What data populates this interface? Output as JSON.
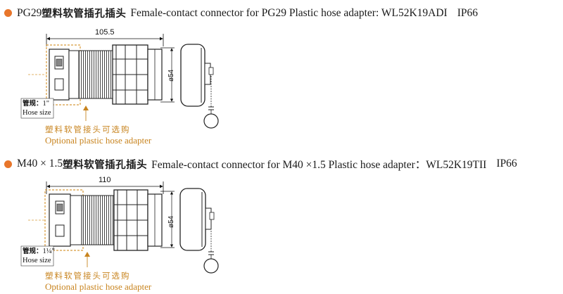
{
  "accent_color": "#e8762b",
  "option_color": "#c8841f",
  "products": [
    {
      "heading_prefix": "PG29",
      "heading_cn": "塑料软管插孔插头",
      "heading_en": "Female-contact connector for PG29 Plastic hose adapter: WL52K19ADI",
      "heading_ip": "IP66",
      "length_dim": "105.5",
      "diameter_dim": "ø54",
      "hose_size_cn": "管规：",
      "hose_size_value": "1\"",
      "hose_size_en": "Hose size",
      "option_cn": "塑料软管接头可选购",
      "option_en": "Optional plastic hose adapter"
    },
    {
      "heading_prefix": "M40 × 1.5",
      "heading_cn": "塑料软管插孔插头",
      "heading_en": "Female-contact connector for M40 ×1.5 Plastic hose adapter：WL52K19TII",
      "heading_ip": "IP66",
      "length_dim": "110",
      "diameter_dim": "ø54",
      "hose_size_cn": "管规：",
      "hose_size_value": "1¼\"",
      "hose_size_en": "Hose size",
      "option_cn": "塑料软管接头可选购",
      "option_en": "Optional plastic hose adapter"
    }
  ]
}
